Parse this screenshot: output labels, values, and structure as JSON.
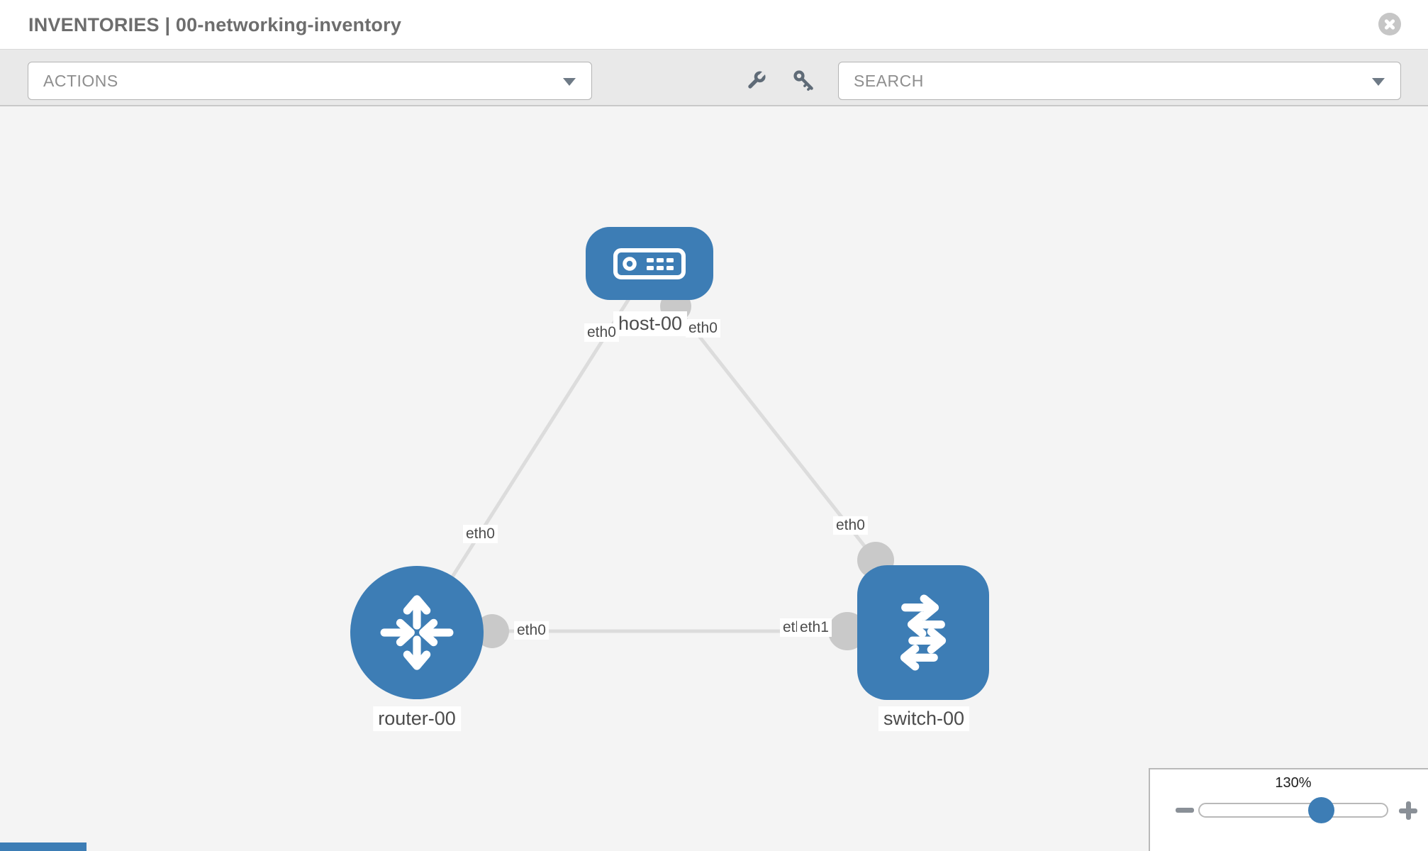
{
  "header": {
    "title": "INVENTORIES | 00-networking-inventory",
    "close_icon": "close-x"
  },
  "toolbar": {
    "actions_dropdown": {
      "label": "ACTIONS"
    },
    "search_dropdown": {
      "label": "SEARCH"
    },
    "wrench_icon": "wrench",
    "key_icon": "key"
  },
  "topology": {
    "nodes": [
      {
        "label": "host-00",
        "type": "host"
      },
      {
        "label": "router-00",
        "type": "router"
      },
      {
        "label": "switch-00",
        "type": "switch"
      }
    ],
    "links": [
      {
        "from": "router-00",
        "from_interface": "eth0",
        "to": "host-00",
        "to_interface": "eth0"
      },
      {
        "from": "host-00",
        "from_interface": "eth0",
        "to": "switch-00",
        "to_interface": "eth0"
      },
      {
        "from": "router-00",
        "from_interface": "eth0",
        "to": "switch-00",
        "to_interface": "eth1"
      }
    ]
  },
  "zoom_control": {
    "value": "130%",
    "zoom_out_icon": "minus",
    "zoom_in_icon": "plus"
  },
  "colors": {
    "node_blue": "#3d7db5",
    "port_gray": "#c9c9c9",
    "link_gray": "#dcdcdc",
    "canvas_bg": "#f4f4f4",
    "toolbar_bg": "#e9e9e9"
  }
}
